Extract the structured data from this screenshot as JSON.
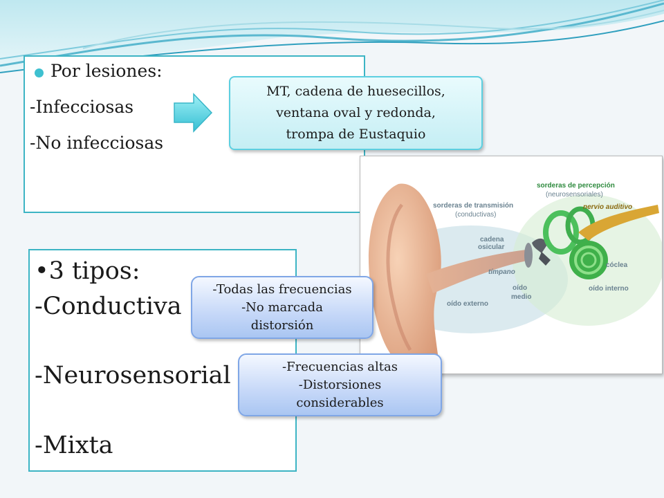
{
  "top_box": {
    "bullet": "Por lesiones:",
    "lines": [
      "-Infecciosas",
      "-No infecciosas"
    ]
  },
  "callout_mt": {
    "lines": [
      "MT, cadena de huesecillos,",
      "ventana oval y redonda,",
      "trompa de Eustaquio"
    ]
  },
  "bottom_box": {
    "bullet": "3 tipos:",
    "types": [
      "-Conductiva",
      "-Neurosensorial",
      "-Mixta"
    ]
  },
  "callout_conductiva": {
    "lines": [
      "-Todas las frecuencias",
      "-No marcada",
      "distorsión"
    ]
  },
  "callout_neuro": {
    "lines": [
      "-Frecuencias altas",
      "-Distorsiones",
      "considerables"
    ]
  },
  "ear_diagram": {
    "labels": {
      "sorderas_percepcion": "sorderas de percepción",
      "neurosensoriales": "(neurosensoriales)",
      "sorderas_transmision": "sorderas de transmisión",
      "conductivas": "(conductivas)",
      "nervio_auditivo": "nervio auditivo",
      "cadena": "cadena",
      "osicular": "osicular",
      "coclea": "cóclea",
      "timpano": "tímpano",
      "oido_interno": "oído interno",
      "oido": "oído",
      "medio": "medio",
      "oido_externo": "oído externo"
    }
  },
  "colors": {
    "accent": "#3cb4c4",
    "callout_blue": "#aac6f2",
    "callout_cyan": "#c4eef4"
  }
}
